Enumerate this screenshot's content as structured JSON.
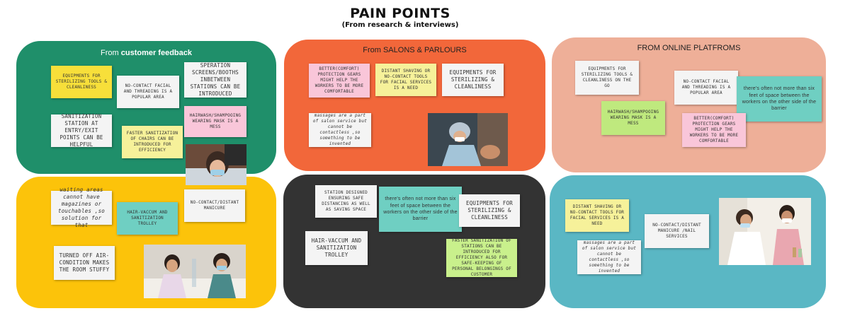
{
  "header": {
    "title": "PAIN POINTS",
    "subtitle": "(From research & interviews)"
  },
  "panels": {
    "customer": {
      "title_prefix": "From ",
      "title_bold": "customer feedback",
      "color": "#1f8f6a",
      "notes": [
        "EQUIPMENTS FOR STERILIZING TOOLS & CLEANLINESS",
        "NO-CONTACT FACIAL AND THREADING IS A POPULAR AREA",
        "SPERATION SCREENS/BOOTHS INBETWEEN STATIONS CAN BE INTRODUCED",
        "SANITIZATION STATION AT ENTRY/EXIT POINTS CAN BE HELPFUL",
        "FASTER SANITIZATION OF CHAIRS CAN BE INTRODUCED FOR EFFICIENCY",
        "HAIRWASH/SHAMPOOING WEARING MASK IS A MESS"
      ]
    },
    "salons": {
      "title": "From SALONS & PARLOURS",
      "color": "#f2673a",
      "notes": [
        "BETTER(COMFORT) PROTECTION GEARS MIGHT HELP THE WORKERS TO BE MORE COMFORTABLE",
        "DISTANT SHAVING OR NO-CONTACT TOOLS FOR FACIAL SERVICES IS A NEED",
        "EQUIPMENTS FOR STERILIZING & CLEANLINESS",
        "massages are a part of salon service but cannot be contactless ,so something to be invented"
      ]
    },
    "online": {
      "title": "FROM ONLINE PLATFROMS",
      "color": "#eeaf98",
      "notes": [
        "EQUIPMENTS FOR STERILIZING TOOLS & CLEANLINESS ON THE GO",
        "NO-CONTACT FACIAL AND THREADING IS A POPULAR AREA",
        "there's often not more than six feet of space between the workers on the other side of the barrier",
        "HAIRWASH/SHAMPOOING WEARING MASK IS A MESS",
        "BETTER(COMFORT) PROTECTION GEARS MIGHT HELP THE WORKERS TO BE MORE COMFORTABLE"
      ]
    },
    "yellow_panel": {
      "color": "#fcc30a",
      "notes": [
        "waiting areas cannot have magazines or touchables ,so solution for that",
        "HAIR-VACCUM AND SANITIZATION TROLLEY",
        "NO-CONTACT/DISTANT MANICURE",
        "TURNED OFF AIR-CONDITION MAKES THE ROOM STUFFY"
      ]
    },
    "dark_panel": {
      "color": "#333333",
      "notes": [
        "STATION DESIGNED ENSURING SAFE DISTANCING AS WELL AS SAVING SPACE",
        "there's often not more than six feet of space between the workers on the other side of the barrier",
        "EQUIPMENTS FOR STERILIZING & CLEANLINESS",
        "HAIR-VACCUM AND SANITIZATION TROLLEY",
        "FASTER SANITIZATION OF STATIONS CAN BE INTRODUCED FOR EFFICIENCY ALSO FOR SAFE-KEEPING OF PERSONAL BELONGINGS OF CUSTOMER"
      ]
    },
    "teal_panel": {
      "color": "#5ab7c4",
      "notes": [
        "DISTANT SHAVING OR NO-CONTACT TOOLS FOR FACIAL SERVICES IS A NEED",
        "NO-CONTACT/DISTANT MANICURE /NAIL SERVICES",
        "massages are a part of salon service but cannot be contactless ,so something to be invented"
      ]
    }
  }
}
